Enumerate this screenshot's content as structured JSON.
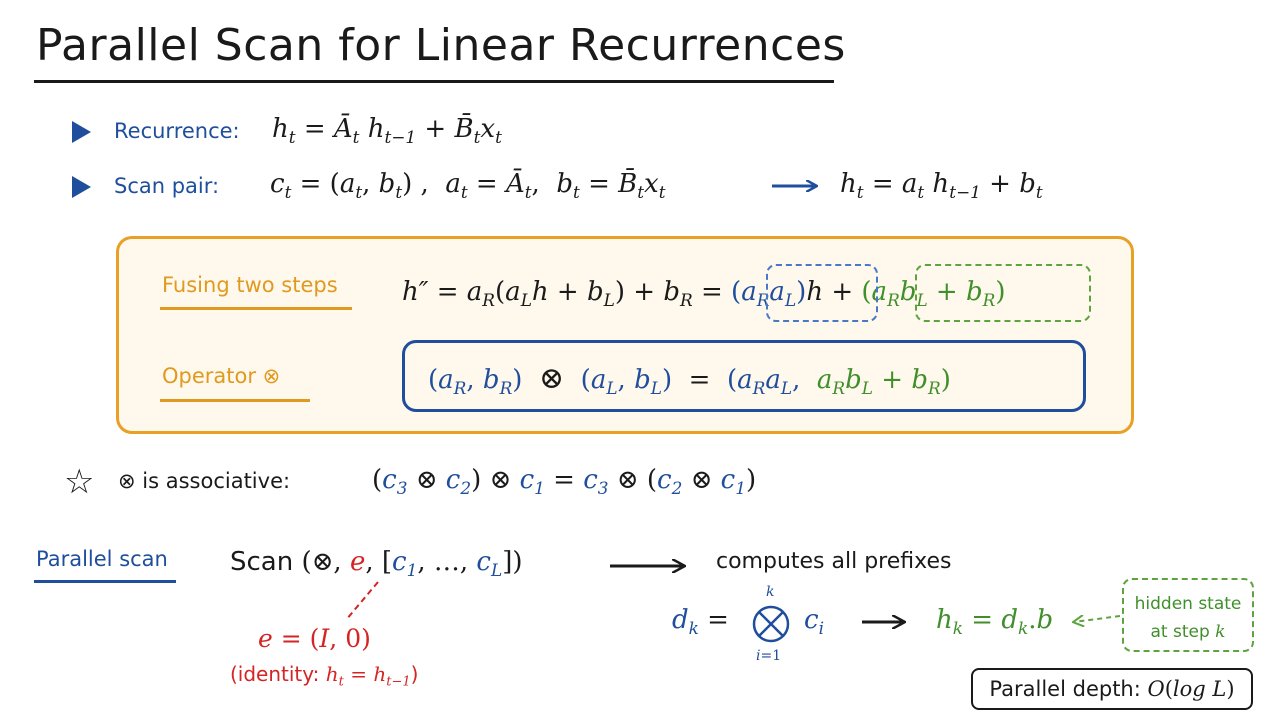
{
  "title": "Parallel Scan for Linear Recurrences",
  "recurrence": {
    "label": "Recurrence:",
    "equation": "h_t = Ā_t h_{t−1} + B̄_t x_t"
  },
  "scan_pair": {
    "label": "Scan pair:",
    "equation_left": "c_t = (a_t, b_t) , a_t = Ā_t, b_t = B̄_t x_t",
    "equation_right": "h_t = a_t h_{t−1} + b_t"
  },
  "fusing": {
    "label": "Fusing two steps",
    "equation": "h″ = a_R(a_L h + b_L) + b_R = (a_R a_L) h + (a_R b_L + b_R)"
  },
  "operator": {
    "label": "Operator ⊗",
    "equation": "(a_R, b_R) ⊗ (a_L, b_L) = (a_R a_L, a_R b_L + b_R)"
  },
  "associative": {
    "label": "⊗ is associative:",
    "equation": "(c_3 ⊗ c_2) ⊗ c_1 = c_3 ⊗ (c_2 ⊗ c_1)"
  },
  "parallel_scan": {
    "label": "Parallel scan",
    "scan_word": "Scan",
    "scan_call": "Scan (⊗, e, [c_1, …, c_L])",
    "computes": "computes all prefixes",
    "identity_eq": "e = (I, 0)",
    "identity_note": "(identity: h_t = h_{t−1})",
    "prefix_eq": "d_k = ⊗_{i=1}^{k} c_i",
    "hidden_eq": "h_k = d_k.b",
    "hidden_label_line1": "hidden state",
    "hidden_label_line2": "at step k",
    "depth": "Parallel depth: O(log L)"
  },
  "colors": {
    "blue": "#1f4e9c",
    "green": "#3f8f2a",
    "red": "#d42424",
    "orange": "#e09a1f",
    "box_fill": "#fff8ec"
  }
}
